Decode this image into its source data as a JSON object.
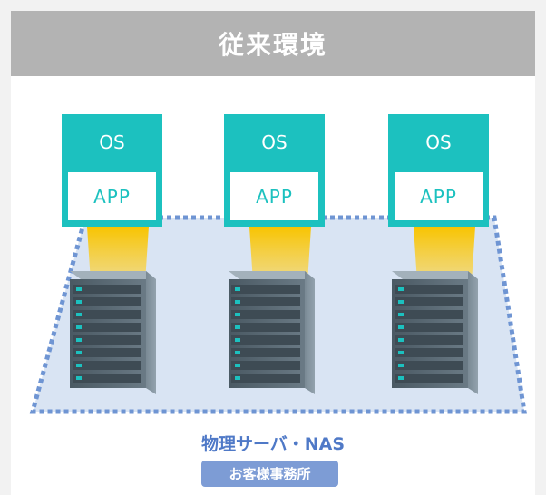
{
  "header": {
    "title": "従来環境"
  },
  "vms": [
    {
      "os_label": "OS",
      "app_label": "APP"
    },
    {
      "os_label": "OS",
      "app_label": "APP"
    },
    {
      "os_label": "OS",
      "app_label": "APP"
    }
  ],
  "footer": {
    "caption": "物理サーバ・NAS",
    "location_badge": "お客様事務所"
  },
  "colors": {
    "header_bg": "#b3b3b3",
    "vm_teal": "#1cc1bf",
    "platform_fill": "#d9e4f3",
    "platform_border": "#6f95d3",
    "light_beam": "#f8c400",
    "server_body": "#5f6f7b",
    "caption_text": "#4f79c7",
    "badge_bg": "#7d9cd5"
  },
  "icons": {
    "server": "rack-server-icon"
  }
}
